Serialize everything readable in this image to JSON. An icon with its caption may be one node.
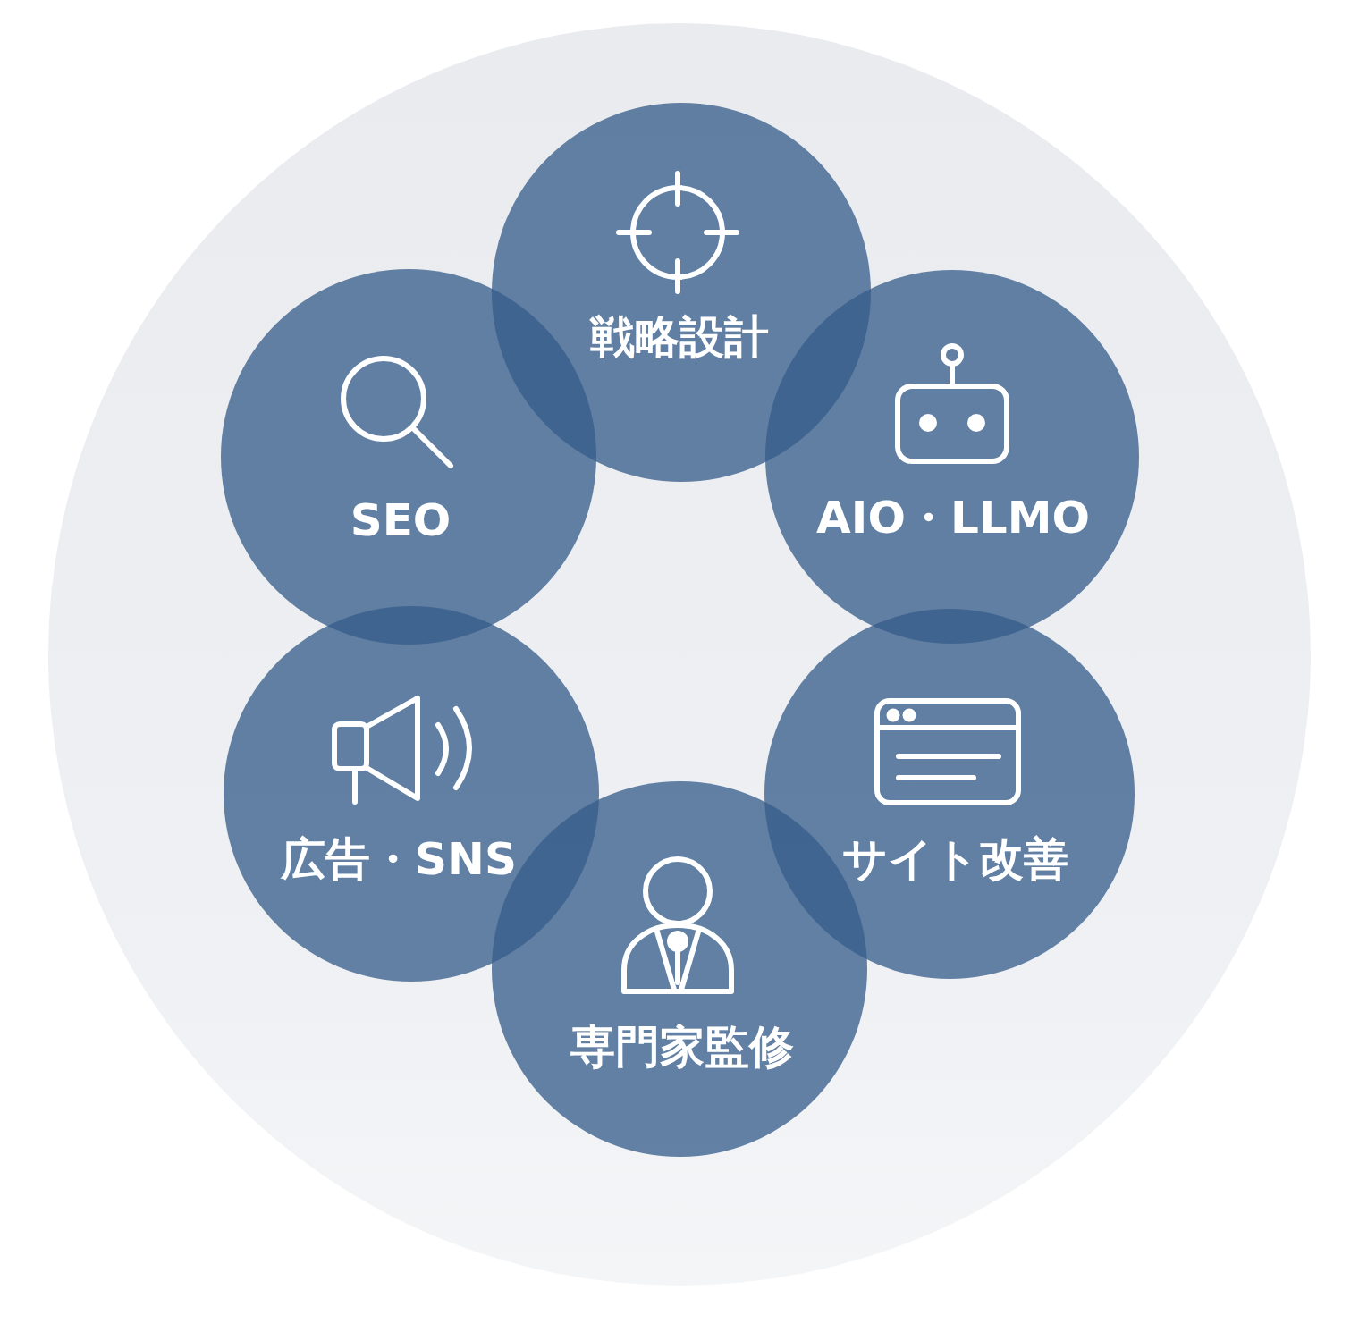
{
  "diagram": {
    "nodes": [
      {
        "text": [],
        "shape": "circle"
      },
      {
        "text": [
          "戦略設計"
        ],
        "in": 0
      },
      {
        "text": [
          "SEO"
        ],
        "in": 0
      },
      {
        "text": [
          "AIO・LLMO"
        ],
        "in": 0
      },
      {
        "text": [
          "広告・SNS"
        ],
        "in": 0
      },
      {
        "text": [
          "サイト改善"
        ],
        "in": 0
      },
      {
        "text": [
          "専門家監修"
        ],
        "in": 0
      }
    ]
  }
}
